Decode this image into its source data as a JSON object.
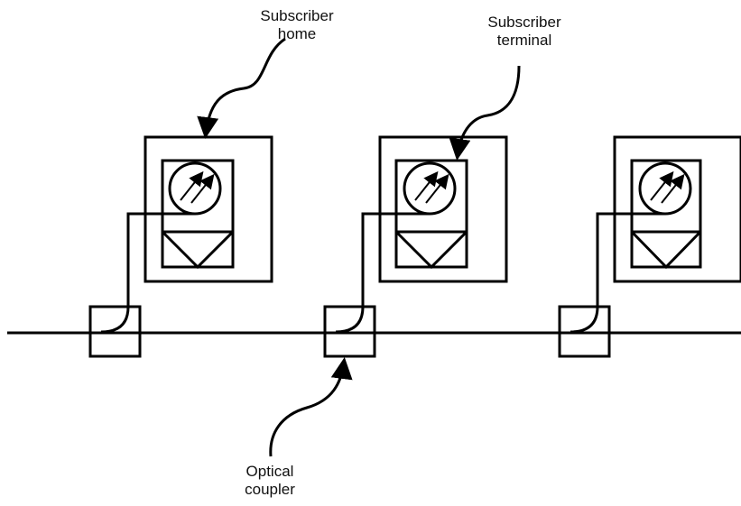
{
  "labels": {
    "subscriber_home": [
      "Subscriber",
      "home"
    ],
    "subscriber_terminal": [
      "Subscriber",
      "terminal"
    ],
    "optical_coupler": [
      "Optical",
      "coupler"
    ]
  },
  "colors": {
    "stroke": "#000000",
    "background": "#ffffff"
  }
}
